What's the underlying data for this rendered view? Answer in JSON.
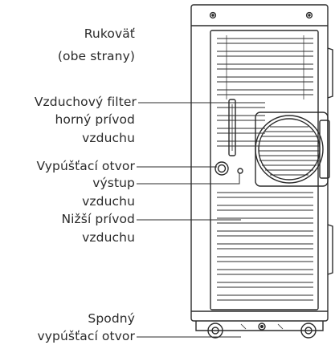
{
  "labels": {
    "handle": "Rukoväť",
    "handle_note": "(obe strany)",
    "air_filter": "Vzduchový filter",
    "upper_intake_line1": "horný prívod",
    "upper_intake_line2": "vzduchu",
    "drain_outlet": "Vypúšťací otvor",
    "air_outlet_line1": "výstup",
    "air_outlet_line2": "vzduchu",
    "lower_intake_line1": "Nižší prívod",
    "lower_intake_line2": "vzduchu",
    "bottom_drain_line1": "Spodný",
    "bottom_drain_line2": "vypúšťací otvor"
  },
  "colors": {
    "line": "#2b2b2b",
    "text": "#2a2a2a",
    "background": "#ffffff"
  }
}
